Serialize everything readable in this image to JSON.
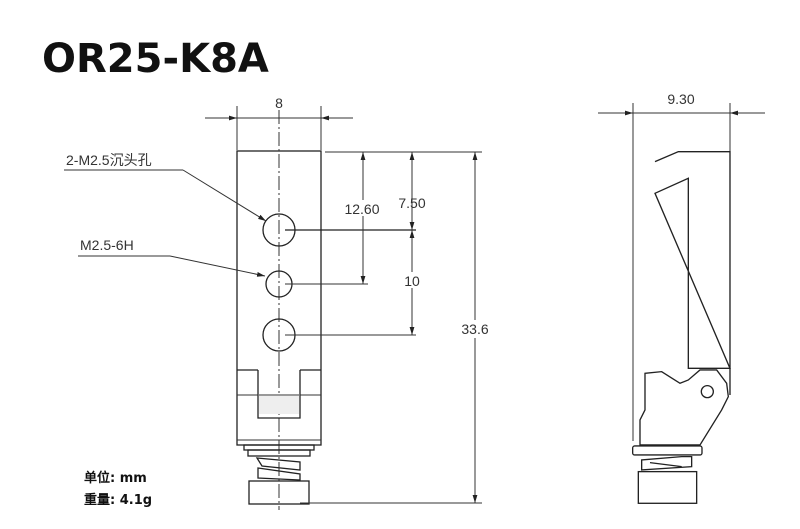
{
  "title": "OR25-K8A",
  "front_view": {
    "width_dim": "8",
    "hole_label_1": "2-M2.5沉头孔",
    "hole_label_2": "M2.5-6H",
    "dim_12_60": "12.60",
    "dim_7_50": "7.50",
    "dim_10": "10",
    "dim_height": "33.6"
  },
  "side_view": {
    "width_dim": "9.30"
  },
  "footer": {
    "unit": "单位:  mm",
    "weight": "重量:  4.1g"
  }
}
